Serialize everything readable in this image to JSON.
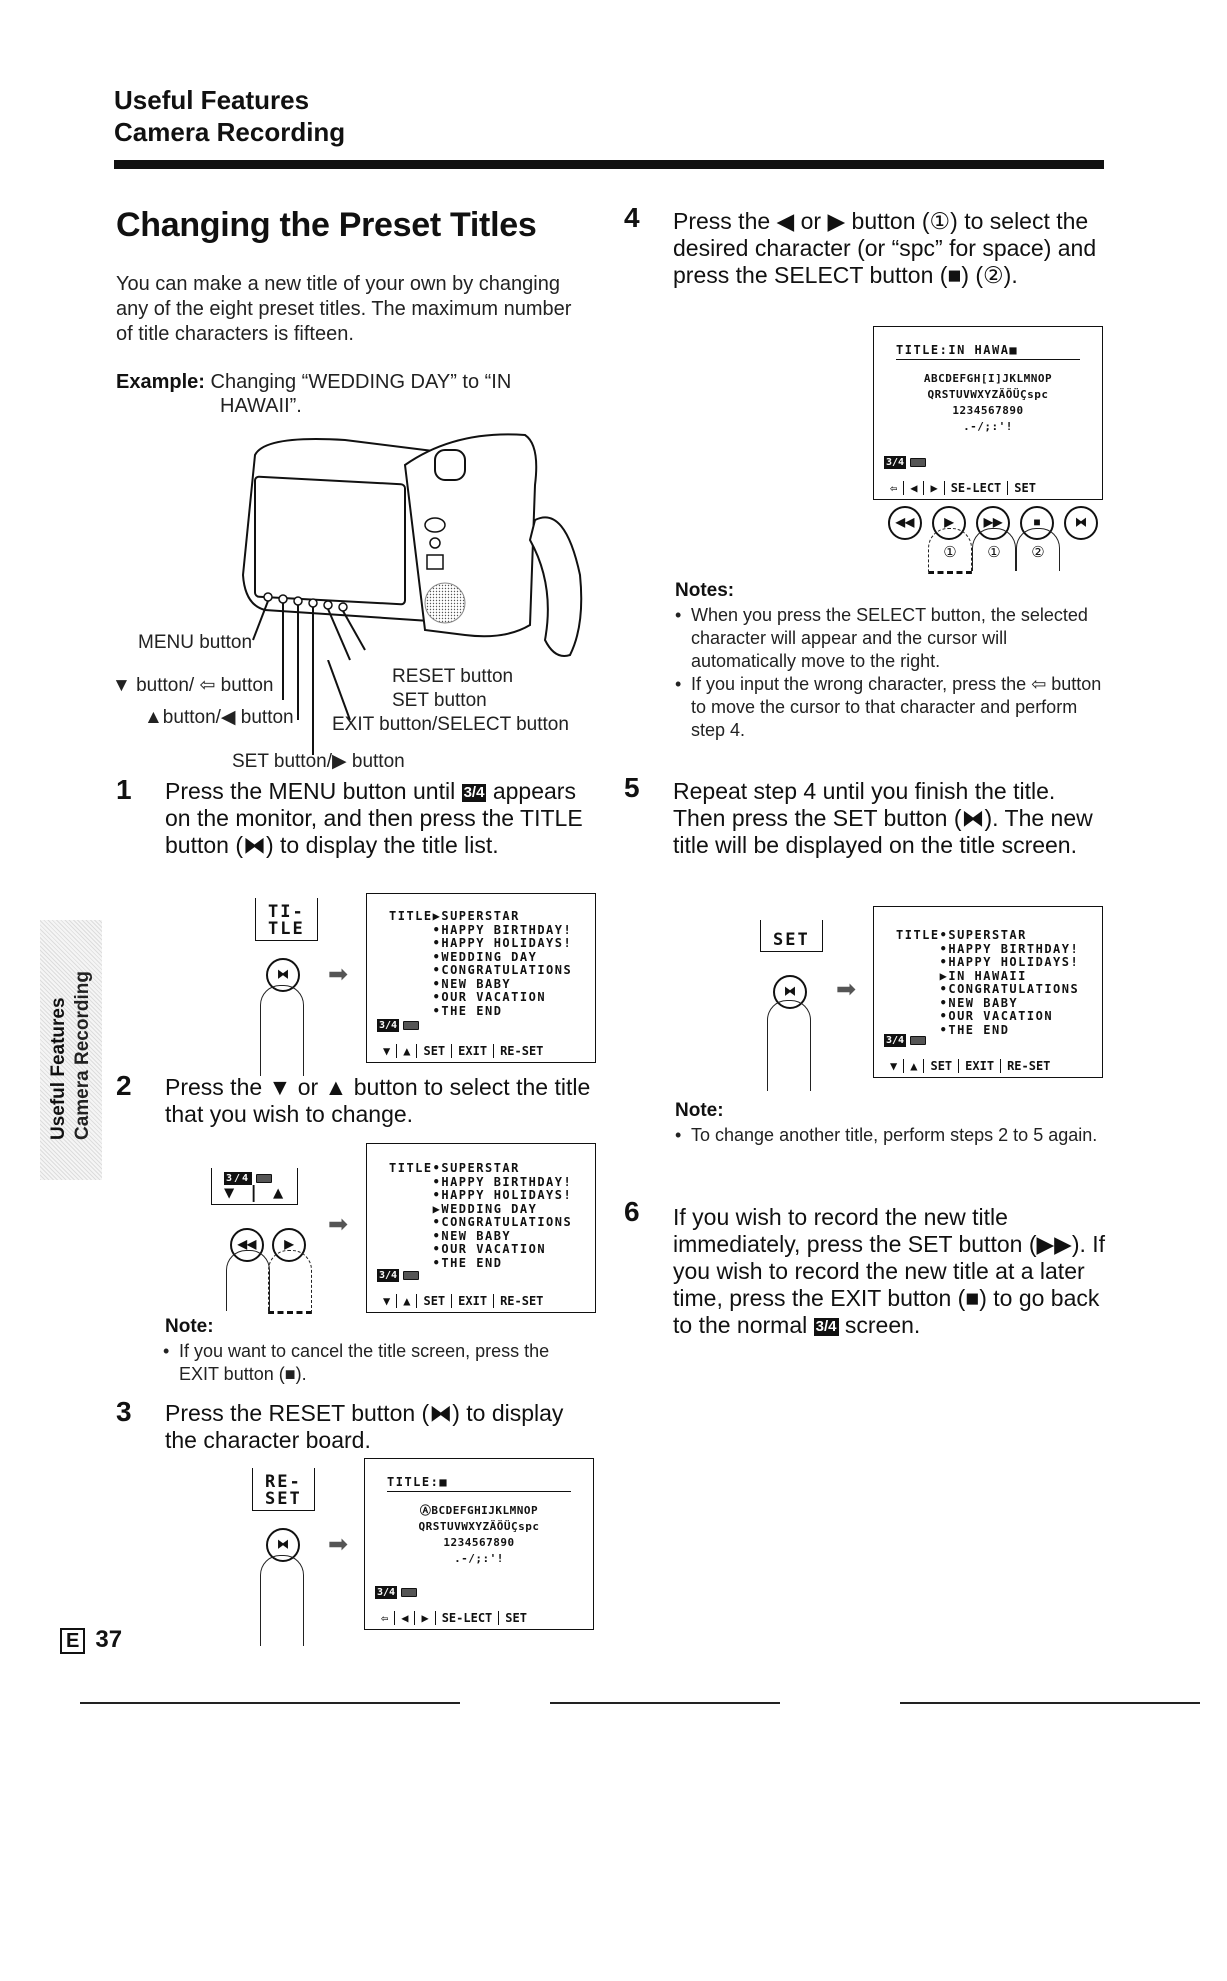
{
  "header": {
    "section": "Useful Features",
    "subsection": "Camera Recording"
  },
  "page_title": "Changing the Preset Titles",
  "intro": "You can make a new title of your own by changing any of the eight preset titles. The maximum number of title characters is fifteen.",
  "example": {
    "label": "Example:",
    "text_line1": "Changing “WEDDING DAY” to “IN",
    "text_line2": "HAWAII”."
  },
  "camera_labels": {
    "menu": "MENU button",
    "down_back": "▼ button/ ⇦ button",
    "up_left": "▲button/◀ button",
    "set_right": "SET button/▶ button",
    "reset": "RESET button",
    "set": "SET button",
    "exit_select": "EXIT button/SELECT button"
  },
  "steps": [
    {
      "num": "1",
      "text_a": "Press the MENU button until ",
      "mode_icon": "3/4",
      "text_b": " appears on the monitor, and then press the TITLE button (⧓) to display the title list."
    },
    {
      "num": "2",
      "text": "Press the ▼ or ▲ button to select the title that you wish to change."
    },
    {
      "num": "3",
      "text": "Press the RESET button (⧓) to display the character board."
    },
    {
      "num": "4",
      "text": "Press the ◀ or ▶ button (①) to select the desired character (or “spc” for space) and press the SELECT button (■) (②)."
    },
    {
      "num": "5",
      "text": "Repeat step 4 until you finish the title. Then press the SET button (⧓). The new title will be displayed on the title screen."
    },
    {
      "num": "6",
      "text_a": "If you wish to record the new title immediately, press the SET button (▶▶). If you wish to record the new title at a later time, press the EXIT button (■) to go back to the normal ",
      "mode_icon": "3/4",
      "text_b": " screen."
    }
  ],
  "screens": {
    "title_list_1": {
      "lines": "TITLE▶SUPERSTAR\n     •HAPPY BIRTHDAY!\n     •HAPPY HOLIDAYS!\n     •WEDDING DAY\n     •CONGRATULATIONS\n     •NEW BABY\n     •OUR VACATION\n     •THE END"
    },
    "title_list_2": {
      "lines": "TITLE•SUPERSTAR\n     •HAPPY BIRTHDAY!\n     •HAPPY HOLIDAYS!\n     ▶WEDDING DAY\n     •CONGRATULATIONS\n     •NEW BABY\n     •OUR VACATION\n     •THE END"
    },
    "title_list_5": {
      "lines": "TITLE•SUPERSTAR\n     •HAPPY BIRTHDAY!\n     •HAPPY HOLIDAYS!\n     ▶IN HAWAII\n     •CONGRATULATIONS\n     •NEW BABY\n     •OUR VACATION\n     •THE END"
    },
    "list_bar": [
      "▼",
      "▲",
      "SET",
      "EXIT",
      "RE-SET"
    ],
    "board_bar": [
      "⇦",
      "◀",
      "▶",
      "SE-LECT",
      "SET"
    ],
    "mode_badge": "3/4",
    "char_board_3": {
      "title": "TITLE:■",
      "rows": [
        "ⒶBCDEFGHIJKLMNOP",
        "QRSTUVWXYZÄÖÜÇspc",
        "1234567890",
        ".-/;:'!"
      ]
    },
    "char_board_4": {
      "title": "TITLE:IN HAWA■",
      "rows": [
        "ABCDEFGH[I]JKLMNOP",
        "QRSTUVWXYZÄÖÜÇspc",
        "1234567890",
        ".-/;:'!"
      ]
    }
  },
  "ctrl_labels": {
    "title": "TI-\nTLE",
    "reset": "RE-\nSET",
    "set": "SET",
    "down": "▼",
    "up": "▲"
  },
  "remote_buttons": [
    "◀◀",
    "▶",
    "▶▶",
    "■",
    "⧓"
  ],
  "remote_press_marks": [
    "①",
    "①",
    "②"
  ],
  "notes_step2": {
    "heading": "Note:",
    "items": [
      "If you want to cancel the title screen, press the EXIT button (■)."
    ]
  },
  "notes_step4": {
    "heading": "Notes:",
    "items": [
      "When you press the SELECT button, the selected character will appear and the cursor will automatically move to the right.",
      "If you input the wrong character, press the ⇦ button to move the cursor to that character and perform step 4."
    ]
  },
  "notes_step5": {
    "heading": "Note:",
    "items": [
      "To change another title, perform steps 2 to 5 again."
    ]
  },
  "side_tab": {
    "line1": "Useful Features",
    "line2": "Camera Recording"
  },
  "footer": {
    "lang_badge": "E",
    "page_number": "37"
  }
}
